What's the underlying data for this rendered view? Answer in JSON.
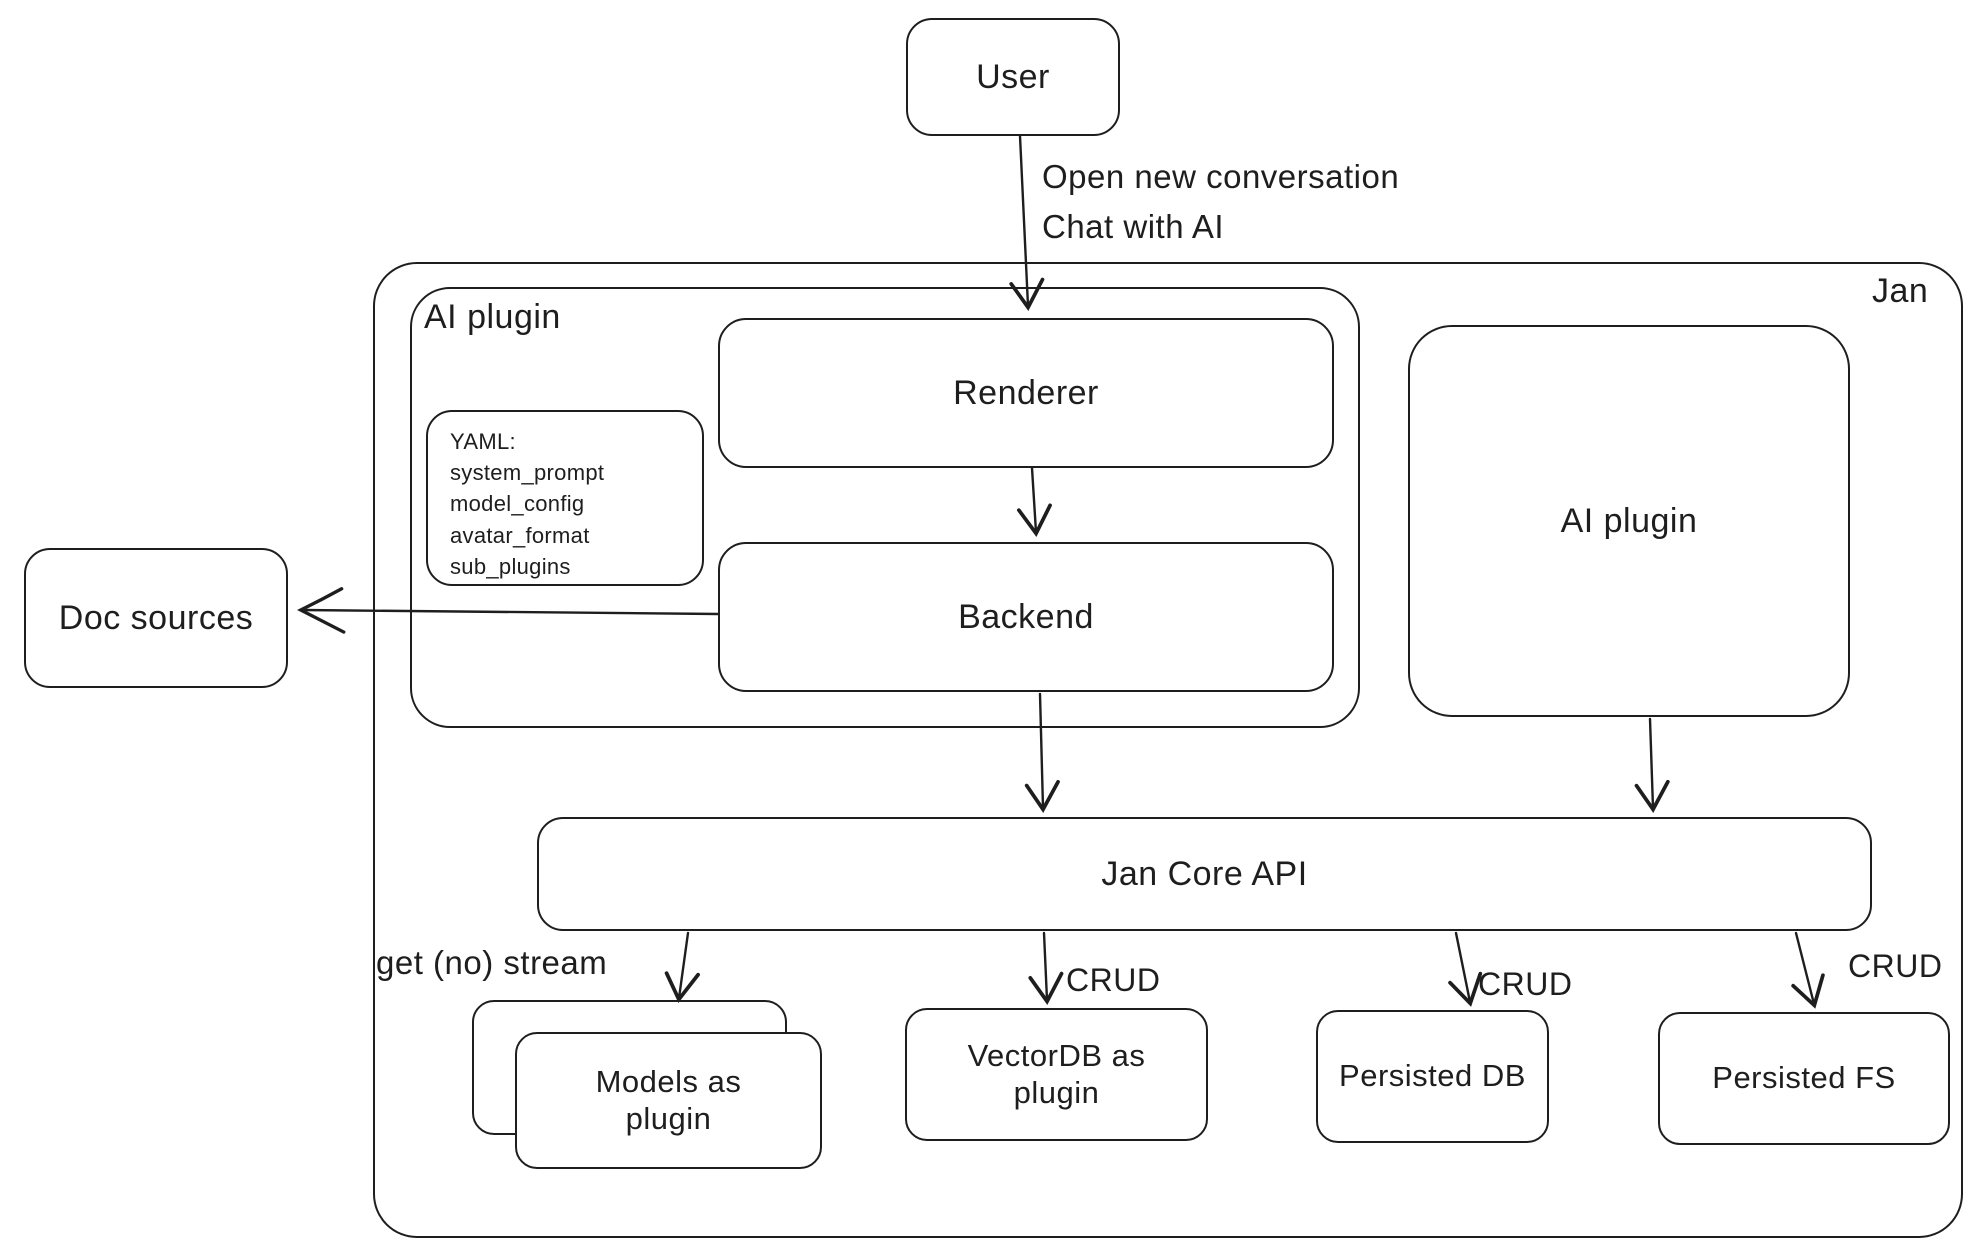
{
  "colors": {
    "stroke": "#1e1e1e",
    "background": "#ffffff"
  },
  "diagram": {
    "outer_container_label": "Jan",
    "nodes": {
      "user": {
        "label": "User"
      },
      "ai_plugin_left": {
        "label": "AI plugin"
      },
      "renderer": {
        "label": "Renderer"
      },
      "backend": {
        "label": "Backend"
      },
      "yaml_note": {
        "lines": [
          "YAML:",
          "system_prompt",
          "model_config",
          "avatar_format",
          "sub_plugins"
        ]
      },
      "doc_sources": {
        "label": "Doc sources"
      },
      "ai_plugin_right": {
        "label": "AI plugin"
      },
      "jan_core_api": {
        "label": "Jan Core API"
      },
      "models_as_plugin": {
        "label": "Models as plugin"
      },
      "vectordb_plugin": {
        "label": "VectorDB as plugin"
      },
      "persisted_db": {
        "label": "Persisted DB"
      },
      "persisted_fs": {
        "label": "Persisted FS"
      }
    },
    "edge_labels": {
      "user_to_renderer_line1": "Open new conversation",
      "user_to_renderer_line2": "Chat with AI",
      "get_no_stream": "get (no) stream",
      "crud_vectordb": "CRUD",
      "crud_persisted_db": "CRUD",
      "crud_persisted_fs": "CRUD"
    }
  }
}
